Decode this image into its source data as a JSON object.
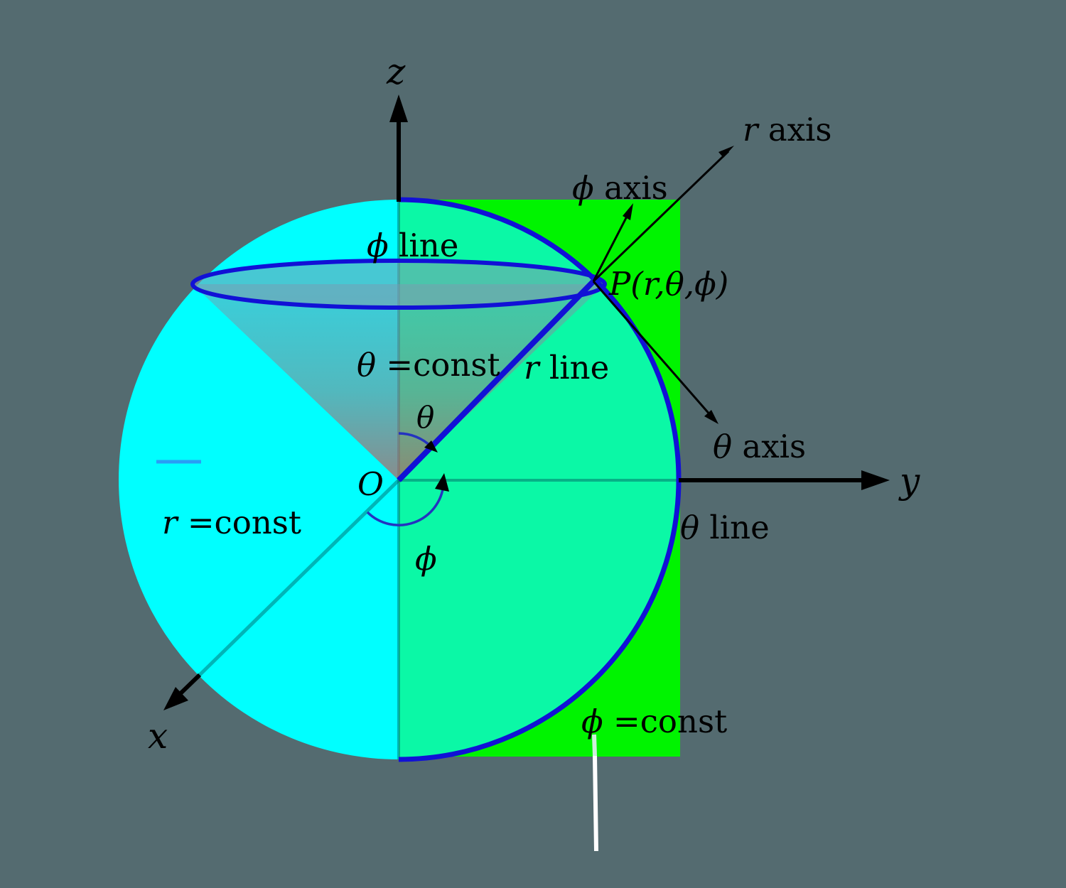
{
  "figure": {
    "title": "Spherical coordinate system diagram"
  },
  "colors": {
    "background": "#546b70",
    "half_plane_green": "#00f400",
    "sphere_left_cyan": "#00ffff",
    "sphere_right_spring": "#0bf8a6",
    "curve_blue": "#1111d6",
    "angle_arc_blue": "#2433c0",
    "legend_dash_blue": "#2a9df4",
    "axis_black": "#000000",
    "white_marker": "#ffffff"
  },
  "labels": {
    "z": "z",
    "y": "y",
    "x": "x",
    "origin": "O",
    "point": "P(r,θ,ϕ)",
    "theta_angle": "θ",
    "phi_angle": "ϕ",
    "r_axis": {
      "sym": "r",
      "word": " axis"
    },
    "phi_axis": {
      "sym": "ϕ",
      "word": " axis"
    },
    "theta_axis": {
      "sym": "θ",
      "word": " axis"
    },
    "phi_line": {
      "sym": "ϕ",
      "word": " line"
    },
    "r_line": {
      "sym": "r",
      "word": " line"
    },
    "theta_line": {
      "sym": "θ",
      "word": " line"
    },
    "r_const": {
      "sym": "r",
      "word": " =const"
    },
    "theta_const": {
      "sym": "θ",
      "word": " =const"
    },
    "phi_const": {
      "sym": "ϕ",
      "word": " =const"
    }
  }
}
